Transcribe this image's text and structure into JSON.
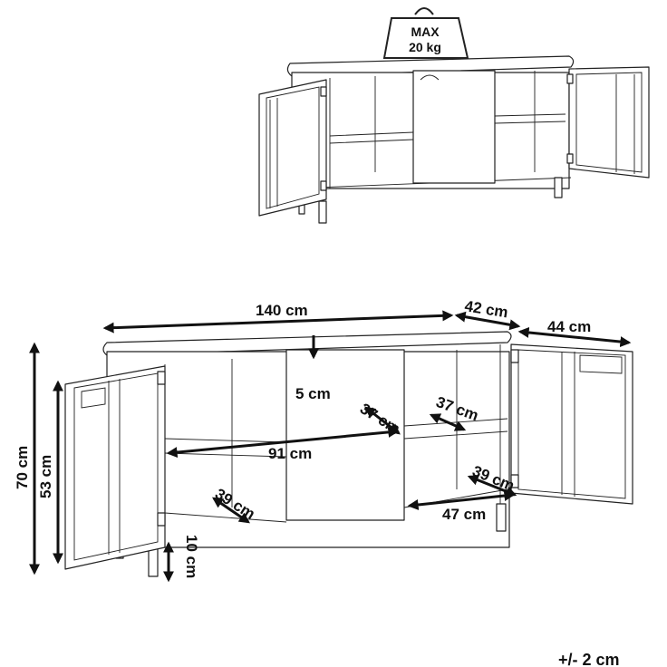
{
  "weight": {
    "line1": "MAX",
    "line2": "20 kg"
  },
  "dimensions": {
    "width": "140 cm",
    "depth": "42 cm",
    "depth_with_doors": "44 cm",
    "height": "70 cm",
    "body_height": "53 cm",
    "leg_height": "10 cm",
    "handle": "5 cm",
    "inner_depth_center": "37 cm",
    "inner_depth_right": "37 cm",
    "center_width": "91 cm",
    "left_depth": "39 cm",
    "right_depth": "39 cm",
    "right_width": "47 cm"
  },
  "tolerance": "+/- 2 cm"
}
